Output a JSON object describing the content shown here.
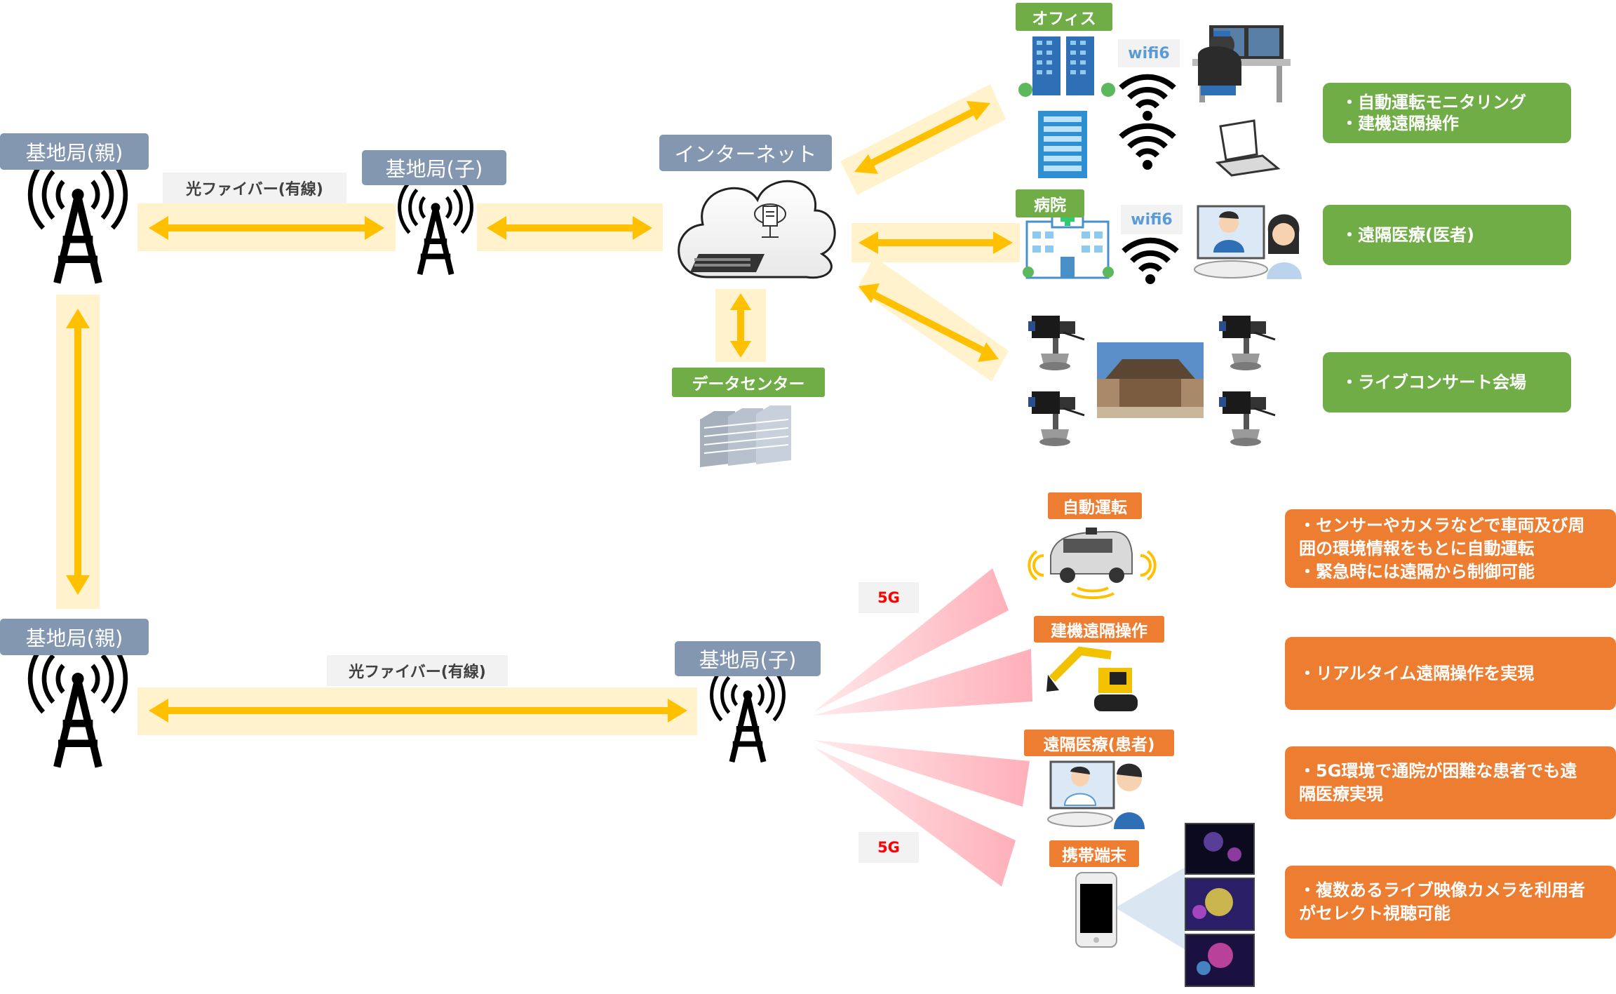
{
  "top": {
    "parent_station": "基地局(親)",
    "child_station": "基地局(子)",
    "fiber_label": "光ファイバー(有線)",
    "internet": "インターネット",
    "datacenter": "データセンター"
  },
  "bottom": {
    "parent_station": "基地局(親)",
    "child_station": "基地局(子)",
    "fiber_label": "光ファイバー(有線)",
    "fiveg_label_1": "5G",
    "fiveg_label_2": "5G"
  },
  "sites": {
    "office": "オフィス",
    "hospital": "病院",
    "wifi_1": "wifi6",
    "wifi_2": "wifi6"
  },
  "devices": {
    "autonomous": "自動運転",
    "construction": "建機遠隔操作",
    "remote_medical_patient": "遠隔医療(患者)",
    "mobile": "携帯端末"
  },
  "green_boxes": [
    {
      "lines": [
        "・自動運転モニタリング",
        "・建機遠隔操作"
      ]
    },
    {
      "lines": [
        "・遠隔医療(医者)"
      ]
    },
    {
      "lines": [
        "・ライブコンサート会場"
      ]
    }
  ],
  "orange_boxes": [
    {
      "lines": [
        "・センサーやカメラなどで車両及び周",
        "囲の環境情報をもとに自動運転",
        "・緊急時には遠隔から制御可能"
      ]
    },
    {
      "lines": [
        "・リアルタイム遠隔操作を実現"
      ]
    },
    {
      "lines": [
        "・5G環境で通院が困難な患者でも遠",
        "隔医療実現"
      ]
    },
    {
      "lines": [
        "・複数あるライブ映像カメラを利用者",
        "がセレクト視聴可能"
      ]
    }
  ],
  "colors": {
    "arrow": "#ffc000",
    "arrow_bg": "#fff2cc",
    "gray_tag": "#8497b0",
    "green": "#70ad47",
    "orange": "#ed7d31",
    "beam": "#ff8090"
  }
}
